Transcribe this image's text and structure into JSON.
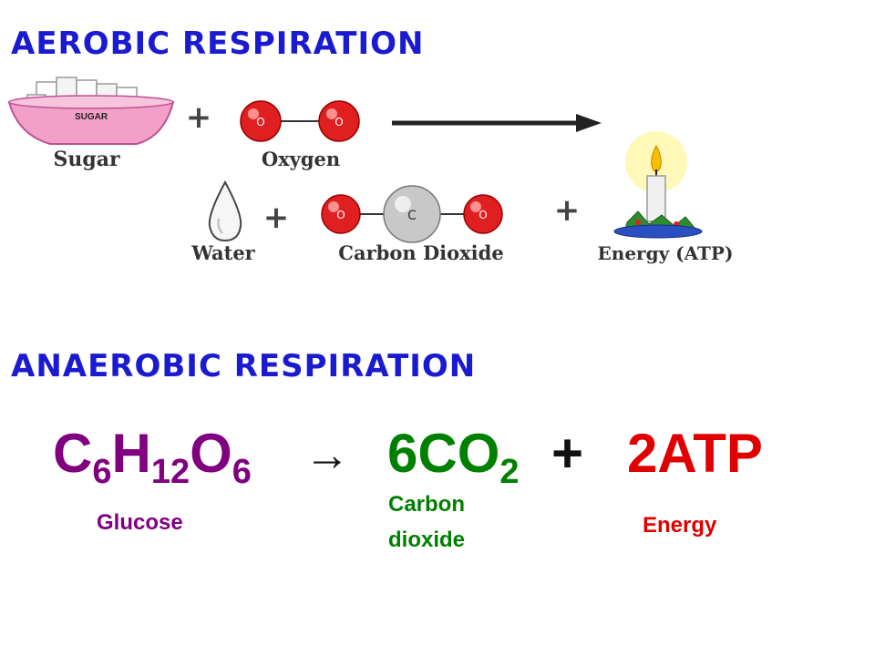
{
  "aerobic": {
    "heading": "AEROBIC RESPIRATION",
    "reactants": [
      "Sugar",
      "Oxygen"
    ],
    "products": [
      "Water",
      "Carbon Dioxide",
      "Energy (ATP)"
    ],
    "bowl_text": "SUGAR",
    "atom_o": "O",
    "atom_c": "C",
    "plus": "+"
  },
  "anaerobic": {
    "heading": "ANAEROBIC RESPIRATION",
    "glucose": {
      "c": "C",
      "c_n": "6",
      "h": "H",
      "h_n": "12",
      "o": "O",
      "o_n": "6",
      "label": "Glucose"
    },
    "arrow": "→",
    "co2": {
      "text": "6CO",
      "n": "2",
      "label_line1": "Carbon",
      "label_line2": "dioxide"
    },
    "plus": "+",
    "atp": {
      "text": "2ATP",
      "label": "Energy"
    }
  },
  "colors": {
    "heading": "#1a1ad0",
    "glucose": "#800080",
    "co2": "#008000",
    "atp": "#e00000",
    "oxygen_atom": "#e02020",
    "carbon_atom": "#c8c8c8"
  }
}
